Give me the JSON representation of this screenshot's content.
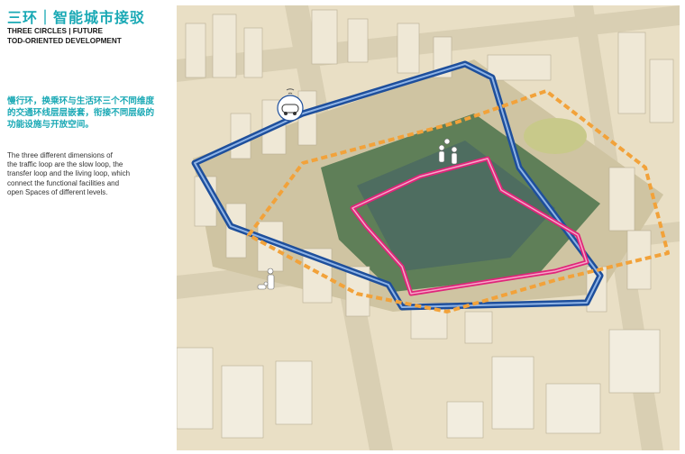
{
  "header": {
    "title_cn": "三环｜智能城市接驳",
    "title_en_lines": [
      "THREE CIRCLES | FUTURE",
      "TOD-ORIENTED DEVELOPMENT"
    ]
  },
  "description": {
    "cn_lines": [
      "慢行环，换乘环与生活环三个不同维度",
      "的交通环线层层嵌套，衔接不同层级的",
      "功能设施与开放空间。"
    ],
    "en_lines": [
      "The three different dimensions of",
      "the traffic loop are the slow loop, the",
      "transfer loop and the living loop, which",
      "connect the functional facilities and",
      "open Spaces of different levels."
    ]
  },
  "colors": {
    "accent": "#1aa9b5",
    "loop_outer_blue": "#1e4f9c",
    "loop_orange_dashed": "#f2a23a",
    "loop_inner_pink": "#e0257a",
    "ground": "#e9dfc5"
  },
  "icons": [
    "autonomous-car-icon",
    "people-playing-icon",
    "person-walking-dog-icon"
  ]
}
